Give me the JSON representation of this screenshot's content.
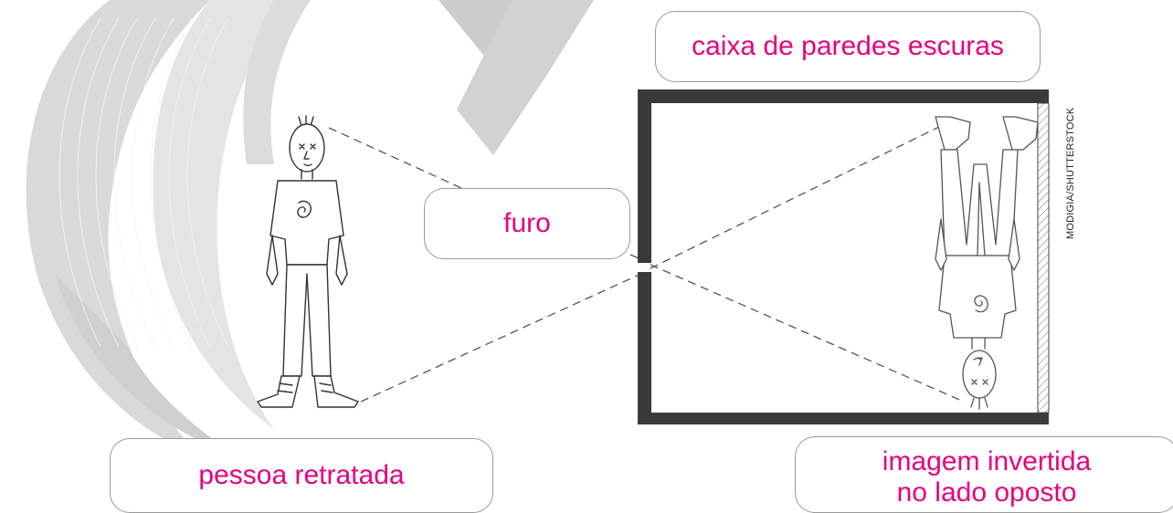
{
  "labels": {
    "caixa": "caixa de paredes escuras",
    "furo": "furo",
    "pessoa": "pessoa retratada",
    "imagem_line1": "imagem invertida",
    "imagem_line2": "no lado oposto"
  },
  "credit": "MODIGIA/SHUTTERSTOCK",
  "colors": {
    "label_text": "#e6007e",
    "box_wall": "#3a3a3a",
    "watermark": "#d6d6d6",
    "ray": "#555555"
  },
  "icons": {
    "person": "person-figure-icon",
    "inverted_person": "inverted-person-figure-icon",
    "watermark": "watermark-logo-icon"
  }
}
